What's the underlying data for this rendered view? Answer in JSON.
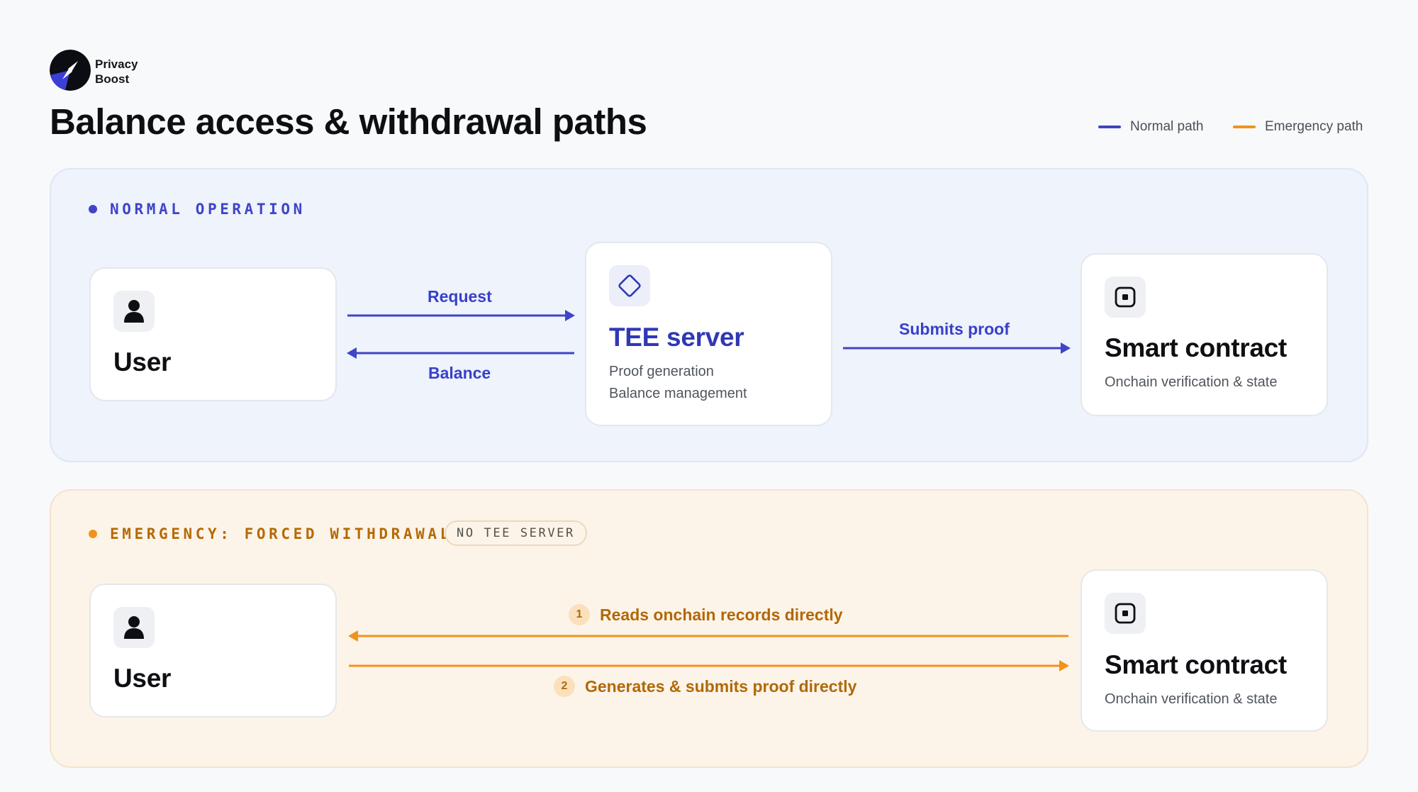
{
  "brand": {
    "line1": "Privacy",
    "line2": "Boost",
    "icon": "compass-logo"
  },
  "title": "Balance access & withdrawal paths",
  "legend": {
    "normal": {
      "label": "Normal path",
      "color": "#3f44c8"
    },
    "emergency": {
      "label": "Emergency path",
      "color": "#f0931b"
    }
  },
  "normal": {
    "section_label": "NORMAL OPERATION",
    "user": {
      "icon": "user-icon",
      "title": "User"
    },
    "tee": {
      "icon": "diamond-icon",
      "title": "TEE server",
      "sub1": "Proof generation",
      "sub2": "Balance management"
    },
    "contract": {
      "icon": "stop-square-icon",
      "title": "Smart contract",
      "sub": "Onchain verification & state"
    },
    "arrows": {
      "request": "Request",
      "balance": "Balance",
      "submits": "Submits proof"
    }
  },
  "emergency": {
    "section_label": "EMERGENCY: FORCED WITHDRAWAL",
    "badge": "NO TEE SERVER",
    "user": {
      "icon": "user-icon",
      "title": "User"
    },
    "contract": {
      "icon": "stop-square-icon",
      "title": "Smart contract",
      "sub": "Onchain verification & state"
    },
    "steps": [
      {
        "num": "1",
        "label": "Reads onchain records directly"
      },
      {
        "num": "2",
        "label": "Generates & submits proof directly"
      }
    ]
  }
}
